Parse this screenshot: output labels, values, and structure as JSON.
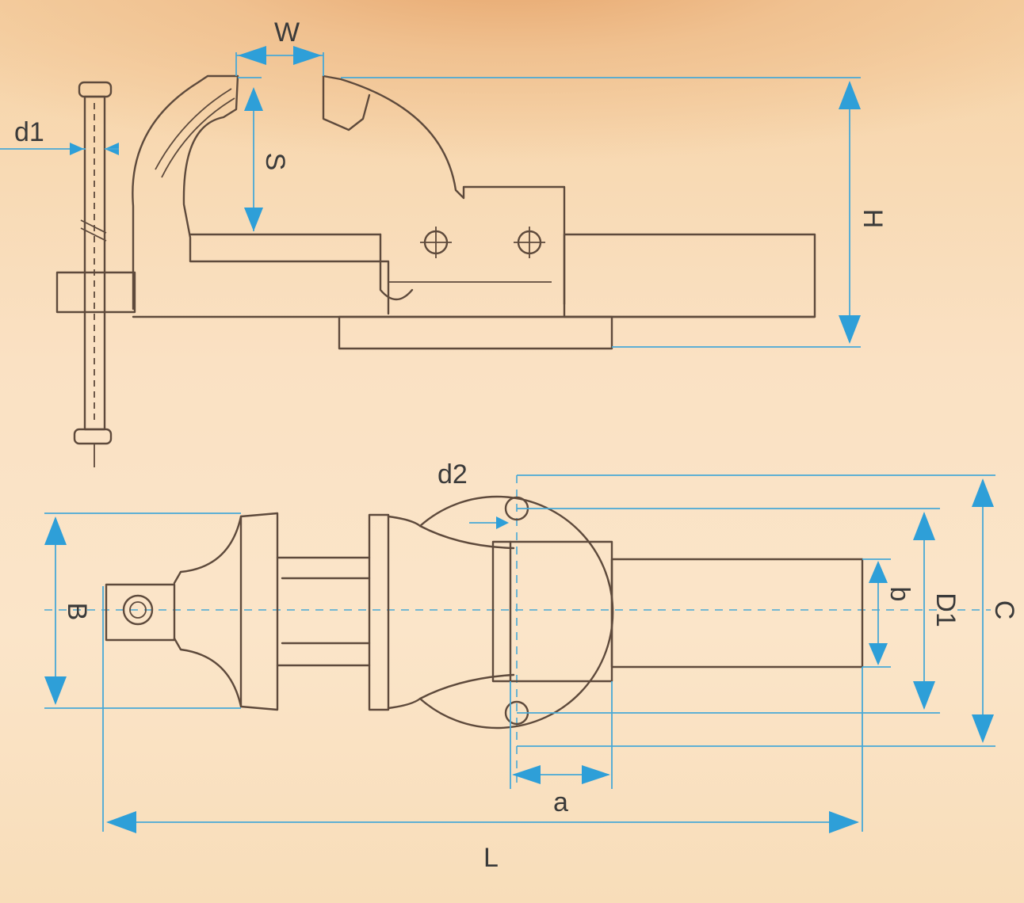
{
  "labels": {
    "W": "W",
    "S": "S",
    "H": "H",
    "d1": "d1",
    "d2": "d2",
    "B": "B",
    "b": "b",
    "D1": "D1",
    "C": "C",
    "a": "a",
    "L": "L"
  },
  "colors": {
    "outline": "#5e4a3c",
    "dimension": "#48a8d6",
    "arrow": "#2e9fd8",
    "label": "#3a3a3a"
  }
}
